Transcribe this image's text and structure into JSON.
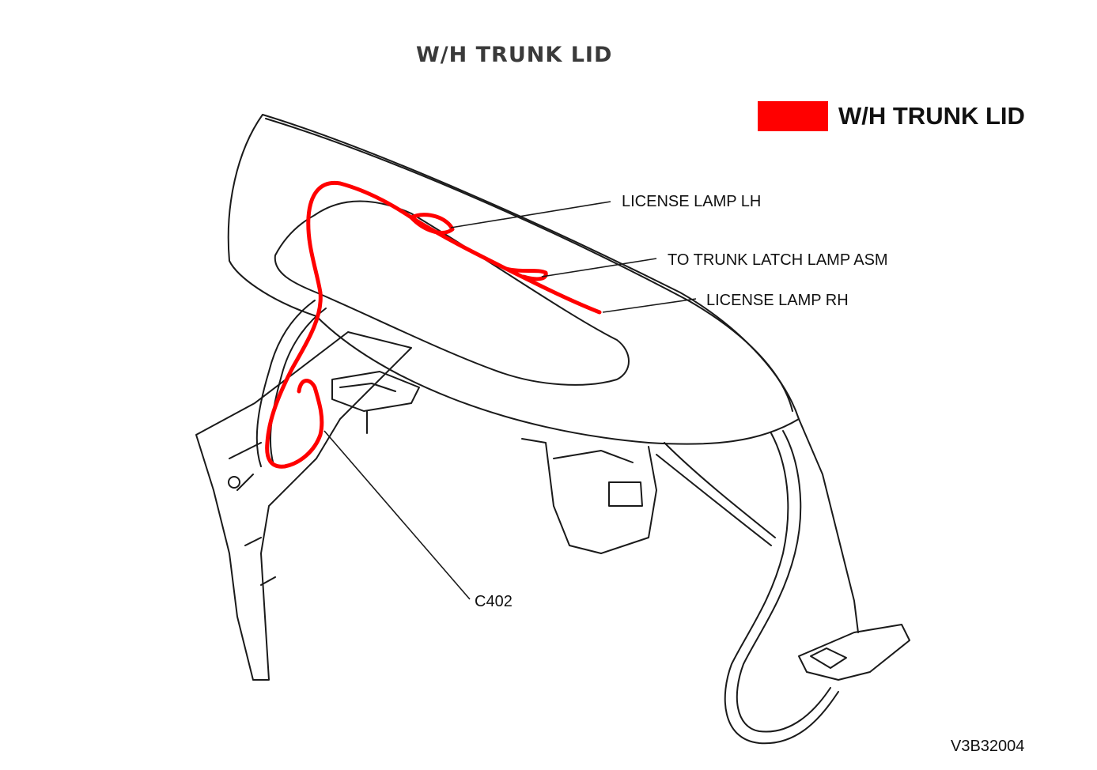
{
  "page": {
    "title": "W/H TRUNK LID",
    "figure_id": "V3B32004"
  },
  "legend": {
    "label": "W/H TRUNK LID",
    "color": "#ff0000"
  },
  "callouts": [
    {
      "label": "LICENSE LAMP LH"
    },
    {
      "label": "TO TRUNK LATCH LAMP ASM"
    },
    {
      "label": "LICENSE LAMP RH"
    },
    {
      "label": "C402"
    }
  ],
  "colors": {
    "harness": "#ff0000",
    "line": "#1a1a1a"
  }
}
